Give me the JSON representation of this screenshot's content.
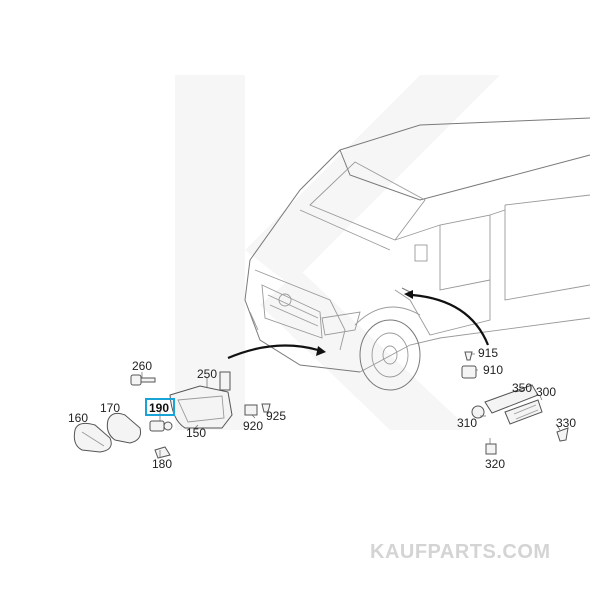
{
  "watermark": "KAUFPARTS.COM",
  "highlight_color": "#1aa3d6",
  "parts": {
    "p160": "160",
    "p170": "170",
    "p260": "260",
    "p190": "190",
    "p250": "250",
    "p150": "150",
    "p180": "180",
    "p920": "920",
    "p925": "925",
    "p915": "915",
    "p910": "910",
    "p350": "350",
    "p300": "300",
    "p310": "310",
    "p330": "330",
    "p320": "320"
  }
}
